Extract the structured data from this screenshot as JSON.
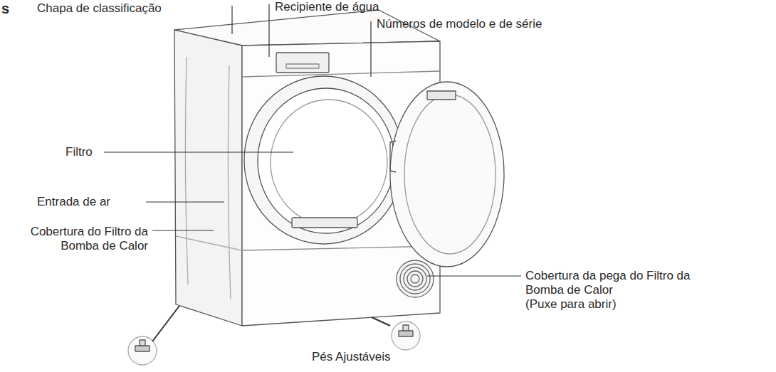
{
  "diagram": {
    "labels": [
      "s",
      "Chapa de classificação",
      "Recipiente de água",
      "Números de modelo e de série",
      "Filtro",
      "Entrada de ar",
      "Cobertura da pega do Filtro da Bomba de Calor",
      "(Puxe para abrir)",
      "Cobertura do Filtro da Bomba de Calor",
      "Pés Ajustáveis"
    ]
  }
}
